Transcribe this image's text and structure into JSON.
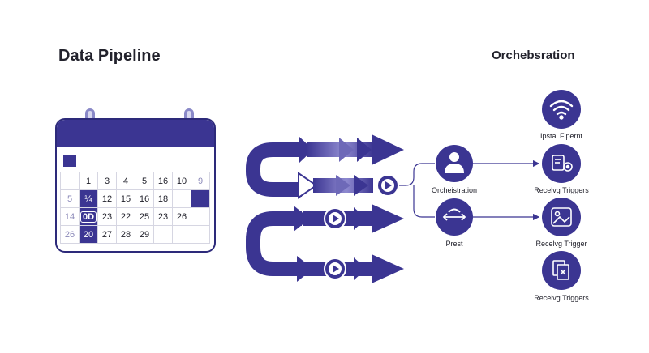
{
  "title": "Data Pipeline",
  "subtitle": "Orchebsration",
  "calendar": {
    "rows": [
      [
        "",
        "1",
        "3",
        "4",
        "5",
        "16",
        "10",
        "9"
      ],
      [
        "5",
        "¼",
        "12",
        "15",
        "16",
        "18",
        "",
        ""
      ],
      [
        "14",
        "0D",
        "23",
        "22",
        "25",
        "23",
        "26",
        ""
      ],
      [
        "26",
        "20",
        "27",
        "28",
        "29",
        "",
        "",
        ""
      ]
    ]
  },
  "nodes": {
    "orchestration": {
      "label": "Orcheistration",
      "icon": "person-icon"
    },
    "prest": {
      "label": "Prest",
      "icon": "split-arrows-icon"
    },
    "wifi": {
      "label": "Ipstal Fipernt",
      "icon": "wifi-icon"
    },
    "trigger1": {
      "label": "Recelvg Triggers",
      "icon": "gear-icon"
    },
    "trigger2": {
      "label": "Recelvg Trigger",
      "icon": "gallery-icon"
    },
    "trigger3": {
      "label": "Recelvg Triggers",
      "icon": "pages-icon"
    }
  },
  "colors": {
    "primary": "#3b3592",
    "accent": "#8a89c8",
    "text": "#22222c"
  }
}
